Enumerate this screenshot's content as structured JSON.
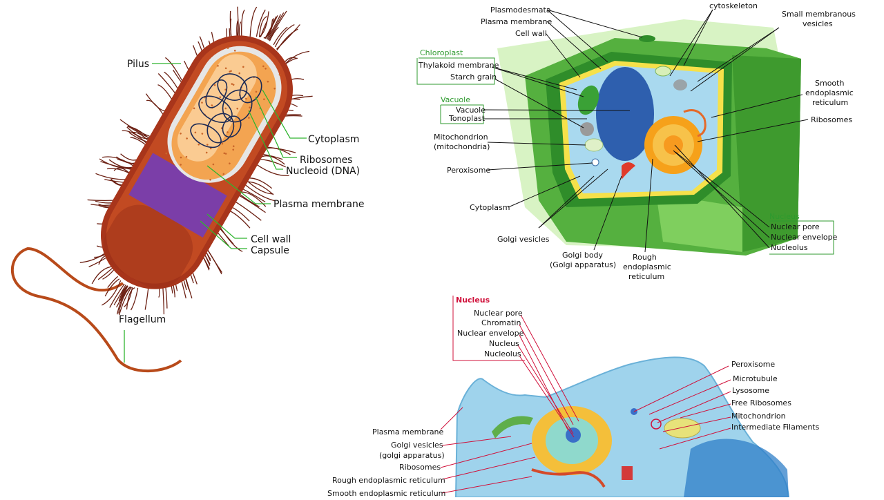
{
  "bacterium": {
    "labels": {
      "pilus": "Pilus",
      "cytoplasm": "Cytoplasm",
      "ribosomes": "Ribosomes",
      "nucleoid": "Nucleoid (DNA)",
      "plasma_membrane": "Plasma membrane",
      "cell_wall": "Cell wall",
      "capsule": "Capsule",
      "flagellum": "Flagellum"
    }
  },
  "plant_cell": {
    "labels": {
      "plasmodesmata": "Plasmodesmata",
      "plasma_membrane": "Plasma membrane",
      "cell_wall": "Cell wall",
      "chloroplast": "Chloroplast",
      "thylakoid_membrane": "Thylakoid membrane",
      "starch_grain": "Starch grain",
      "vacuole_group": "Vacuole",
      "vacuole": "Vacuole",
      "tonoplast": "Tonoplast",
      "mitochondrion": "Mitochondrion",
      "mitochondria": "(mitochondria)",
      "peroxisome": "Peroxisome",
      "cytoplasm": "Cytoplasm",
      "golgi_vesicles": "Golgi vesicles",
      "golgi_body": "Golgi body",
      "golgi_apparatus": "(Golgi apparatus)",
      "rough_er_1": "Rough",
      "rough_er_2": "endoplasmic",
      "rough_er_3": "reticulum",
      "cytoskeleton": "cytoskeleton",
      "small_vesicles_1": "Small membranous",
      "small_vesicles_2": "vesicles",
      "smooth_er_1": "Smooth",
      "smooth_er_2": "endoplasmic",
      "smooth_er_3": "reticulum",
      "ribosomes": "Ribosomes",
      "nucleus_group": "Nucleus",
      "nuclear_pore": "Nuclear pore",
      "nuclear_envelope": "Nuclear envelope",
      "nucleolus": "Nucleolus"
    }
  },
  "animal_cell": {
    "labels": {
      "nucleus_group": "Nucleus",
      "nuclear_pore": "Nuclear pore",
      "chromatin": "Chromatin",
      "nuclear_envelope": "Nuclear envelope",
      "nucleus": "Nucleus",
      "nucleolus": "Nucleolus",
      "plasma_membrane": "Plasma membrane",
      "golgi_vesicles": "Golgi vesicles",
      "golgi_apparatus": "(golgi apparatus)",
      "ribosomes": "Ribosomes",
      "rough_er": "Rough endoplasmic reticulum",
      "smooth_er": "Smooth endoplasmic reticulum",
      "peroxisome": "Peroxisome",
      "microtubule": "Microtubule",
      "lysosome": "Lysosome",
      "free_ribosomes": "Free Ribosomes",
      "mitochondrion": "Mitochondrion",
      "intermediate_filaments": "Intermediate Filaments"
    }
  },
  "colors": {
    "bacterium_label_line": "#2fb52f",
    "plant_group_label": "#2e9a2e",
    "animal_leader": "#d0103a"
  }
}
